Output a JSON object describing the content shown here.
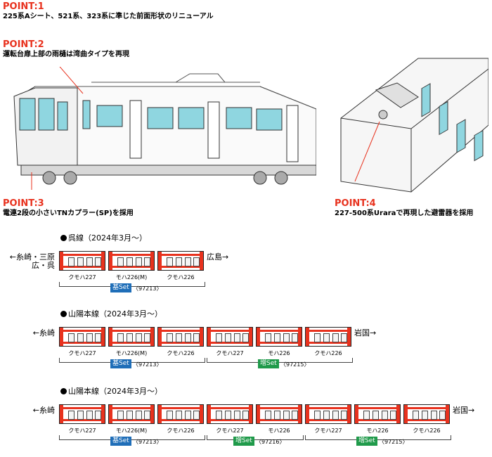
{
  "points": [
    {
      "title": "POINT:1",
      "desc": "225系Aシート、521系、323系に準じた前面形状のリニューアル"
    },
    {
      "title": "POINT:2",
      "desc": "運転台扉上部の雨樋は湾曲タイプを再現"
    },
    {
      "title": "POINT:3",
      "desc": "電連2段の小さいTNカプラー(SP)を採用"
    },
    {
      "title": "POINT:4",
      "desc": "227-500系Uraraで再現した避雷器を採用"
    }
  ],
  "sections": [
    {
      "heading": "呉線（2024年3月〜）",
      "left_dest": "←糸崎・三原\n広・呉",
      "right_dest": "広島→",
      "cars": [
        "クモハ227",
        "モハ226(M)",
        "クモハ226"
      ],
      "sets": [
        {
          "badge": "基Set",
          "number": "〈97213〉",
          "color": "#1f6eb8"
        }
      ]
    },
    {
      "heading": "山陽本線（2024年3月〜）",
      "left_dest": "←糸崎",
      "right_dest": "岩国→",
      "cars": [
        "クモハ227",
        "モハ226(M)",
        "クモハ226",
        "クモハ227",
        "モハ226",
        "クモハ226"
      ],
      "sets": [
        {
          "badge": "基Set",
          "number": "〈97213〉",
          "color": "#1f6eb8"
        },
        {
          "badge": "増Set",
          "number": "〈97215〉",
          "color": "#1f9a4a"
        }
      ]
    },
    {
      "heading": "山陽本線（2024年3月〜）",
      "left_dest": "←糸崎",
      "right_dest": "岩国→",
      "cars": [
        "クモハ227",
        "モハ226(M)",
        "クモハ226",
        "クモハ227",
        "モハ226",
        "クモハ227",
        "モハ226",
        "クモハ226"
      ],
      "sets": [
        {
          "badge": "基Set",
          "number": "〈97213〉",
          "color": "#1f6eb8"
        },
        {
          "badge": "増Set",
          "number": "〈97216〉",
          "color": "#1f9a4a"
        },
        {
          "badge": "増Set",
          "number": "〈97215〉",
          "color": "#1f9a4a"
        }
      ]
    }
  ],
  "colors": {
    "accent": "#e8321e",
    "base_set": "#1f6eb8",
    "add_set": "#1f9a4a",
    "window": "#8fd6e0"
  }
}
